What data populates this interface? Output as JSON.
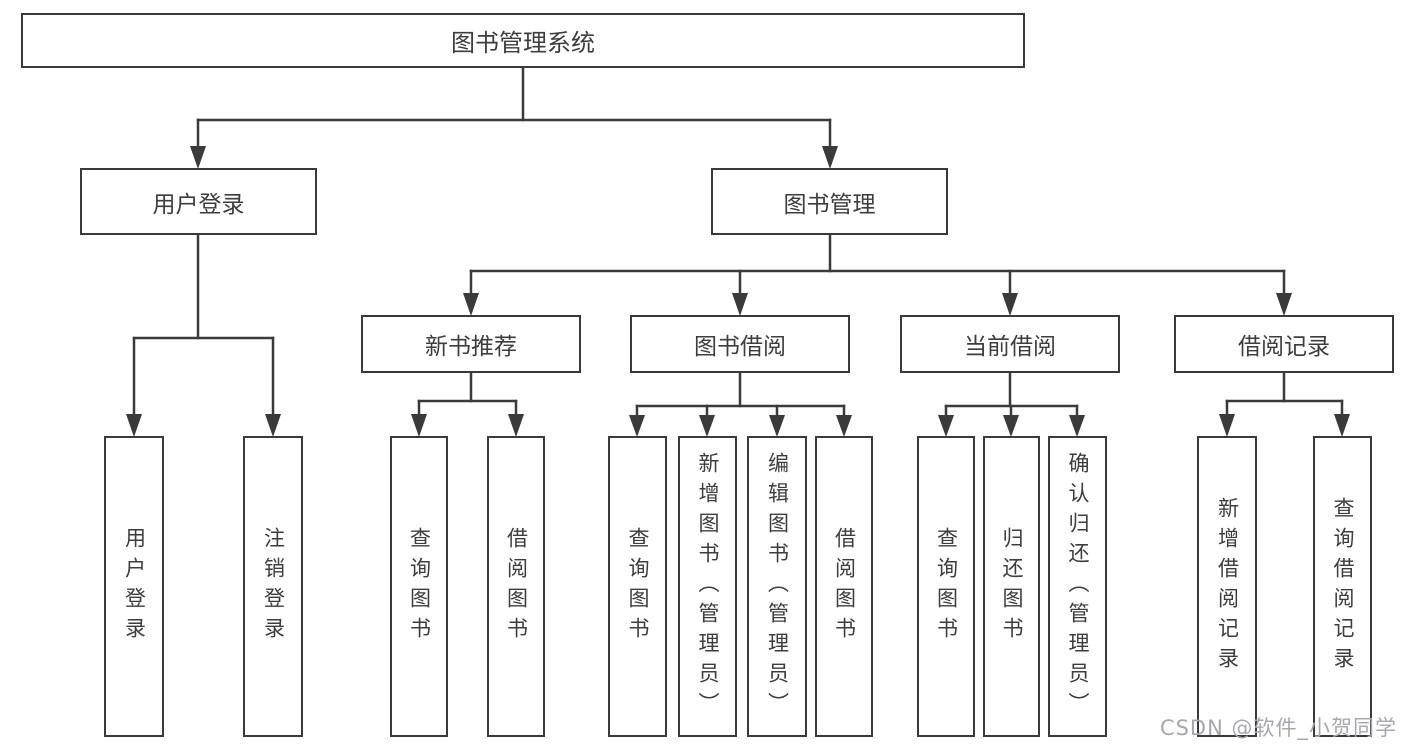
{
  "tree": {
    "root": {
      "label": "图书管理系统",
      "children": [
        {
          "label": "用户登录",
          "children": [
            {
              "label": "用户登录"
            },
            {
              "label": "注销登录"
            }
          ]
        },
        {
          "label": "图书管理",
          "children": [
            {
              "label": "新书推荐",
              "children": [
                {
                  "label": "查询图书"
                },
                {
                  "label": "借阅图书"
                }
              ]
            },
            {
              "label": "图书借阅",
              "children": [
                {
                  "label": "查询图书"
                },
                {
                  "label": "新增图书（管理员）"
                },
                {
                  "label": "编辑图书（管理员）"
                },
                {
                  "label": "借阅图书"
                }
              ]
            },
            {
              "label": "当前借阅",
              "children": [
                {
                  "label": "查询图书"
                },
                {
                  "label": "归还图书"
                },
                {
                  "label": "确认归还（管理员）"
                }
              ]
            },
            {
              "label": "借阅记录",
              "children": [
                {
                  "label": "新增借阅记录"
                },
                {
                  "label": "查询借阅记录"
                }
              ]
            }
          ]
        }
      ]
    }
  },
  "watermark": {
    "text": "CSDN @软件_小贺同学"
  },
  "colors": {
    "line": "#3a3a3a",
    "text": "#3d3d3d",
    "background": "#ffffff",
    "watermark": "#a5a8ad"
  }
}
